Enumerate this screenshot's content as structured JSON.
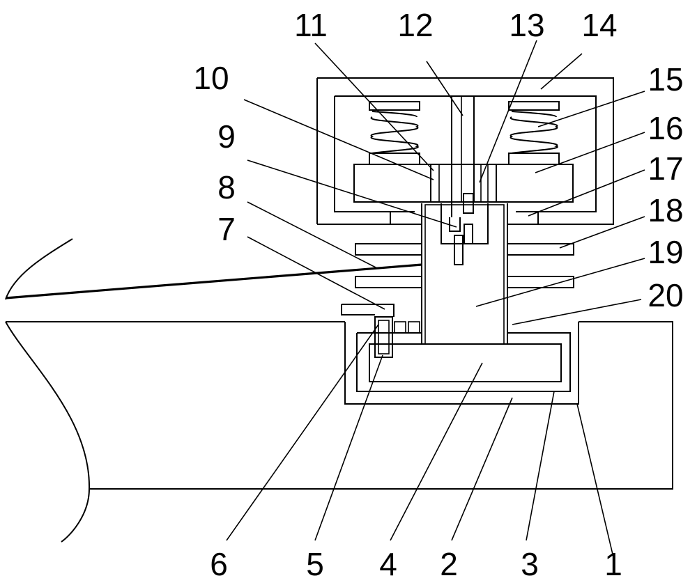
{
  "labels": [
    {
      "text": "1"
    },
    {
      "text": "2"
    },
    {
      "text": "3"
    },
    {
      "text": "4"
    },
    {
      "text": "5"
    },
    {
      "text": "6"
    },
    {
      "text": "7"
    },
    {
      "text": "8"
    },
    {
      "text": "9"
    },
    {
      "text": "10"
    },
    {
      "text": "11"
    },
    {
      "text": "12"
    },
    {
      "text": "13"
    },
    {
      "text": "14"
    },
    {
      "text": "15"
    },
    {
      "text": "16"
    },
    {
      "text": "17"
    },
    {
      "text": "18"
    },
    {
      "text": "19"
    },
    {
      "text": "20"
    }
  ],
  "colors": {
    "line": "#000000",
    "background": "#ffffff"
  }
}
